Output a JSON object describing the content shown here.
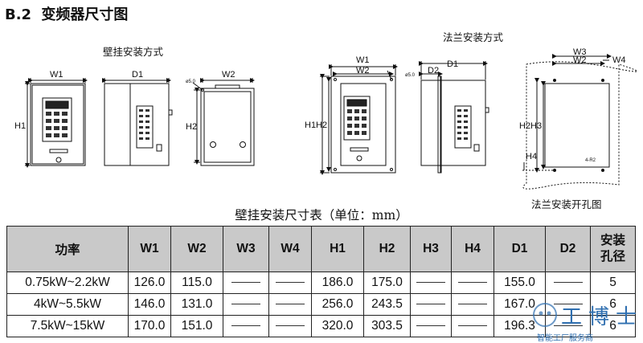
{
  "section": {
    "number": "B.2",
    "title": "变频器尺寸图"
  },
  "captions": {
    "wall": "壁挂安装方式",
    "flange": "法兰安装方式",
    "cutout": "法兰安装开孔图"
  },
  "drawing_labels": {
    "w1": "W1",
    "w2": "W2",
    "w3": "W3",
    "w4": "W4",
    "h1": "H1",
    "h2": "H2",
    "h3": "H3",
    "h4": "H4",
    "d1": "D1",
    "d2": "D2",
    "h1h2": "H1H2",
    "h2h3": "H2H3",
    "hole": "ø5.0",
    "r2": "4-R2"
  },
  "table": {
    "title": "壁挂安装尺寸表（单位：mm）",
    "headers": [
      "功率",
      "W1",
      "W2",
      "W3",
      "W4",
      "H1",
      "H2",
      "H3",
      "H4",
      "D1",
      "D2",
      "安装\n孔径"
    ],
    "rows": [
      [
        "0.75kW~2.2kW",
        "126.0",
        "115.0",
        "",
        "",
        "186.0",
        "175.0",
        "",
        "",
        "155.0",
        "",
        "5"
      ],
      [
        "4kW~5.5kW",
        "146.0",
        "131.0",
        "",
        "",
        "256.0",
        "243.5",
        "",
        "",
        "167.0",
        "",
        "6"
      ],
      [
        "7.5kW~15kW",
        "170.0",
        "151.0",
        "",
        "",
        "320.0",
        "303.5",
        "",
        "",
        "196.3",
        "",
        "6"
      ]
    ]
  },
  "watermark": {
    "brand": "工博士",
    "tagline": "智能工厂服务商",
    "color": "#2f6fb0"
  }
}
